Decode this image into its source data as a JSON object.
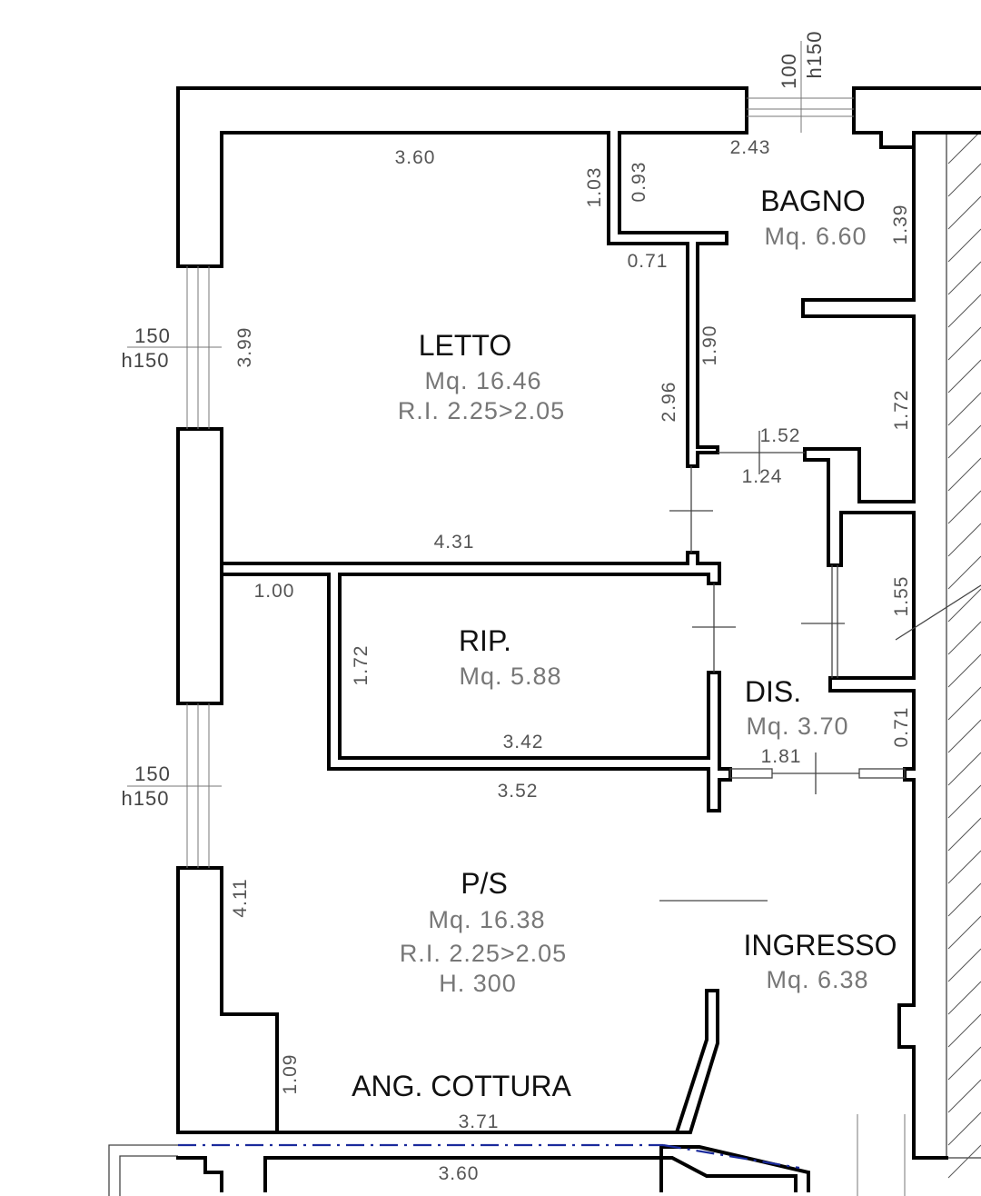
{
  "colors": {
    "walls": "#000000",
    "dimensions": "#555555",
    "room_info": "#777777",
    "ground_line": "#1a2a9c"
  },
  "rooms": {
    "letto": {
      "name": "LETTO",
      "area": "Mq.  16.46",
      "ri": "R.I.  2.25>2.05"
    },
    "bagno": {
      "name": "BAGNO",
      "area": "Mq.  6.60"
    },
    "rip": {
      "name": "RIP.",
      "area": "Mq.  5.88"
    },
    "dis": {
      "name": "DIS.",
      "area": "Mq.  3.70"
    },
    "ps": {
      "name": "P/S",
      "area": "Mq.  16.38",
      "ri": "R.I.  2.25>2.05",
      "h": "H.  300"
    },
    "ingresso": {
      "name": "INGRESSO",
      "area": "Mq.  6.38"
    },
    "cottura": {
      "name": "ANG.  COTTURA"
    }
  },
  "windows": {
    "top": {
      "width": "100",
      "height": "h150"
    },
    "left_upper": {
      "width": "150",
      "height": "h150"
    },
    "left_lower": {
      "width": "150",
      "height": "h150"
    }
  },
  "dimensions": {
    "letto_top": "3.60",
    "letto_right_upper": "1.03",
    "bagno_left": "0.93",
    "bagno_top": "2.43",
    "bagno_right": "1.39",
    "step_071": "0.71",
    "letto_left": "3.99",
    "corridor_190": "1.90",
    "letto_right": "2.96",
    "bagno_lower_right": "1.72",
    "dis_152": "1.52",
    "dis_124": "1.24",
    "letto_bottom": "4.31",
    "rip_left_top": "1.00",
    "closet_155": "1.55",
    "rip_left": "1.72",
    "dis_071": "0.71",
    "rip_bottom_inner": "3.42",
    "dis_181": "1.81",
    "rip_bottom_outer": "3.52",
    "ps_left": "4.11",
    "cottura_left": "1.09",
    "cottura_bottom": "3.71",
    "balcony": "3.60"
  }
}
